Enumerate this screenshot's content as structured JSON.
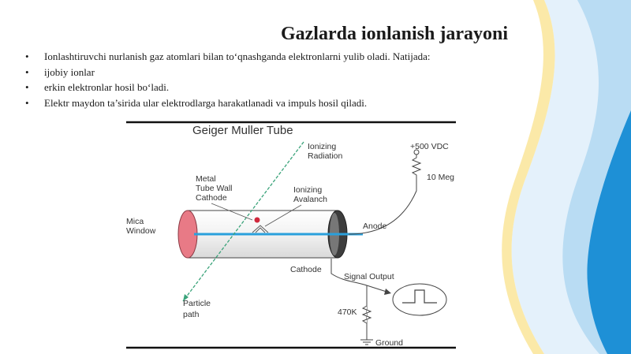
{
  "slide": {
    "title": "Gazlarda ionlanish jarayoni",
    "bullets": [
      "Ionlashtiruvchi nurlanish gaz atomlari bilan to‘qnashganda elektronlarni yulib oladi. Natijada:",
      "ijobiy ionlar",
      "erkin elektronlar hosil bo‘ladi.",
      "Elektr maydon ta’sirida ular elektrodlarga harakatlanadi va impuls hosil qiladi."
    ],
    "bullet_symbol": "•"
  },
  "diagram": {
    "title": "Geiger Muller Tube",
    "labels": {
      "ionizing_radiation_1": "Ionizing",
      "ionizing_radiation_2": "Radiation",
      "metal_1": "Metal",
      "metal_2": "Tube Wall",
      "metal_3": "Cathode",
      "avalanche_1": "Ionizing",
      "avalanche_2": "Avalanch",
      "mica_1": "Mica",
      "mica_2": "Window",
      "anode": "Anode",
      "voltage": "+500 VDC",
      "resistor_top": "10 Meg",
      "cathode": "Cathode",
      "signal_output": "Signal Output",
      "resistor_bottom": "470K",
      "ground": "Ground",
      "particle_1": "Particle",
      "particle_2": "path"
    },
    "colors": {
      "tube_window": "#e87a86",
      "anode_wire": "#2aa0dc",
      "particle_path": "#3aa37a",
      "ionization_dot": "#d0283c",
      "end_cap": "#3d3d3d"
    }
  },
  "theme": {
    "accent_blue": "#1e90d6",
    "accent_yellow": "#f4d35e"
  }
}
